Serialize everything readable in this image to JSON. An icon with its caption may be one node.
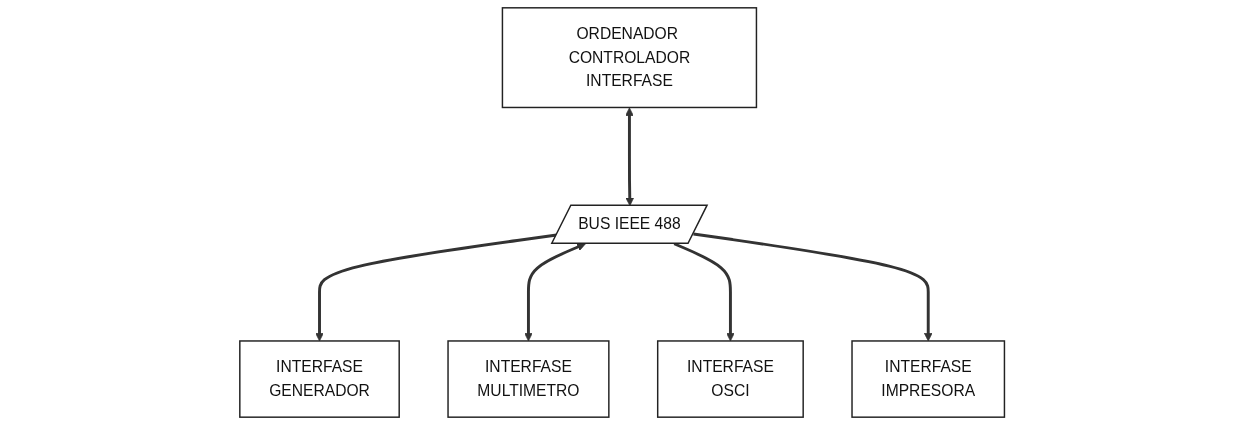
{
  "diagram": {
    "nodes": [
      {
        "text": [
          "ORDENADOR CONTROLADOR",
          "INTERFASE"
        ]
      },
      {
        "text": [
          "BUS IEEE 488"
        ]
      },
      {
        "text": [
          "INTERFASE",
          "GENERADOR"
        ]
      },
      {
        "text": [
          "INTERFASE",
          "MULTIMETRO"
        ]
      },
      {
        "text": [
          "INTERFASE",
          "OSCI"
        ]
      },
      {
        "text": [
          "INTERFASE",
          "IMPRESORA"
        ]
      }
    ],
    "edges": [
      {
        "from": 0,
        "to": 1,
        "arrow": "both"
      },
      {
        "from": 1,
        "to": 2,
        "arrow": "to"
      },
      {
        "from": 1,
        "to": 3,
        "arrow": "both"
      },
      {
        "from": 1,
        "to": 4,
        "arrow": "to"
      },
      {
        "from": 1,
        "to": 5,
        "arrow": "to"
      }
    ]
  }
}
